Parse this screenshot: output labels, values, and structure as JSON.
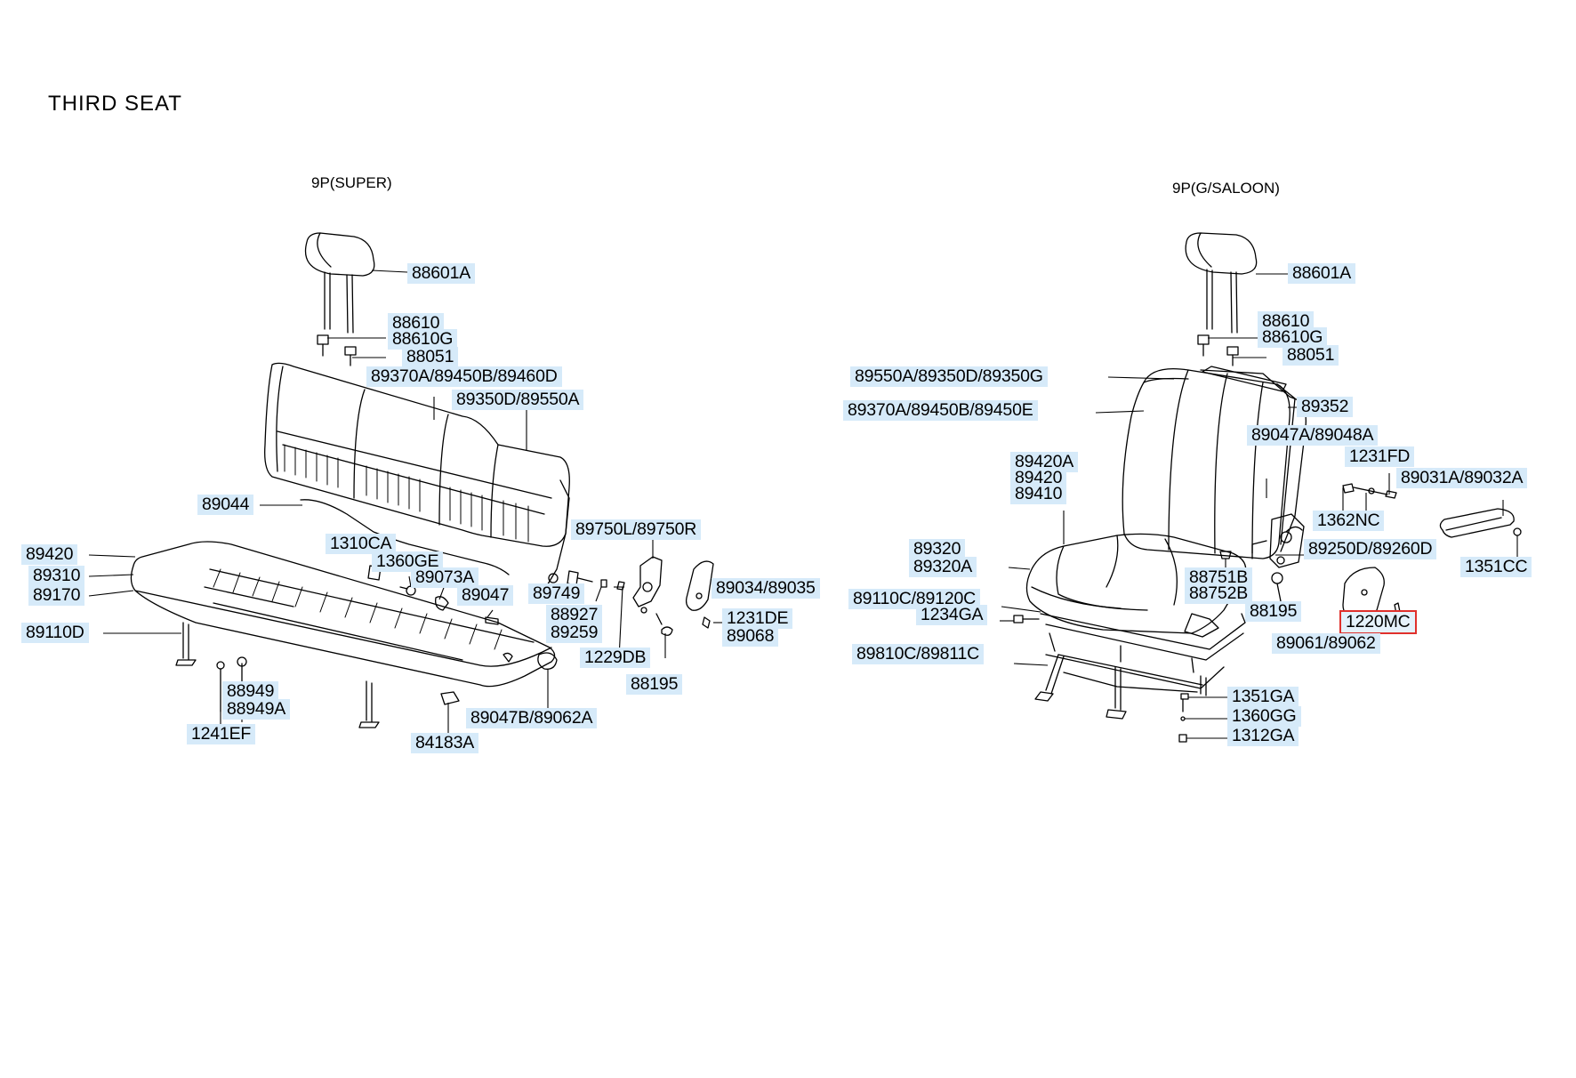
{
  "title": "THIRD SEAT",
  "subtitles": {
    "left": "9P(SUPER)",
    "right": "9P(G/SALOON)"
  },
  "left_labels": [
    "88601A",
    "88610",
    "88610G",
    "88051",
    "89370A/89450B/89460D",
    "89350D/89550A",
    "89044",
    "89420",
    "89310",
    "89170",
    "89110D",
    "1310CA",
    "1360GE",
    "89073A",
    "89047",
    "89749",
    "88927",
    "89259",
    "89750L/89750R",
    "89034/89035",
    "1231DE",
    "89068",
    "1229DB",
    "88195",
    "88949",
    "88949A",
    "1241EF",
    "84183A",
    "89047B/89062A"
  ],
  "right_labels": [
    "88601A",
    "88610",
    "88610G",
    "88051",
    "89550A/89350D/89350G",
    "89370A/89450B/89450E",
    "89352",
    "89047A/89048A",
    "1231FD",
    "89031A/89032A",
    "1362NC",
    "1351CC",
    "89420A",
    "89420",
    "89410",
    "89320",
    "89320A",
    "89250D/89260D",
    "88751B",
    "88752B",
    "89110C/89120C",
    "1234GA",
    "88195",
    "1220MC",
    "89061/89062",
    "89810C/89811C",
    "1351GA",
    "1360GG",
    "1312GA"
  ],
  "highlighted_part": "1220MC"
}
